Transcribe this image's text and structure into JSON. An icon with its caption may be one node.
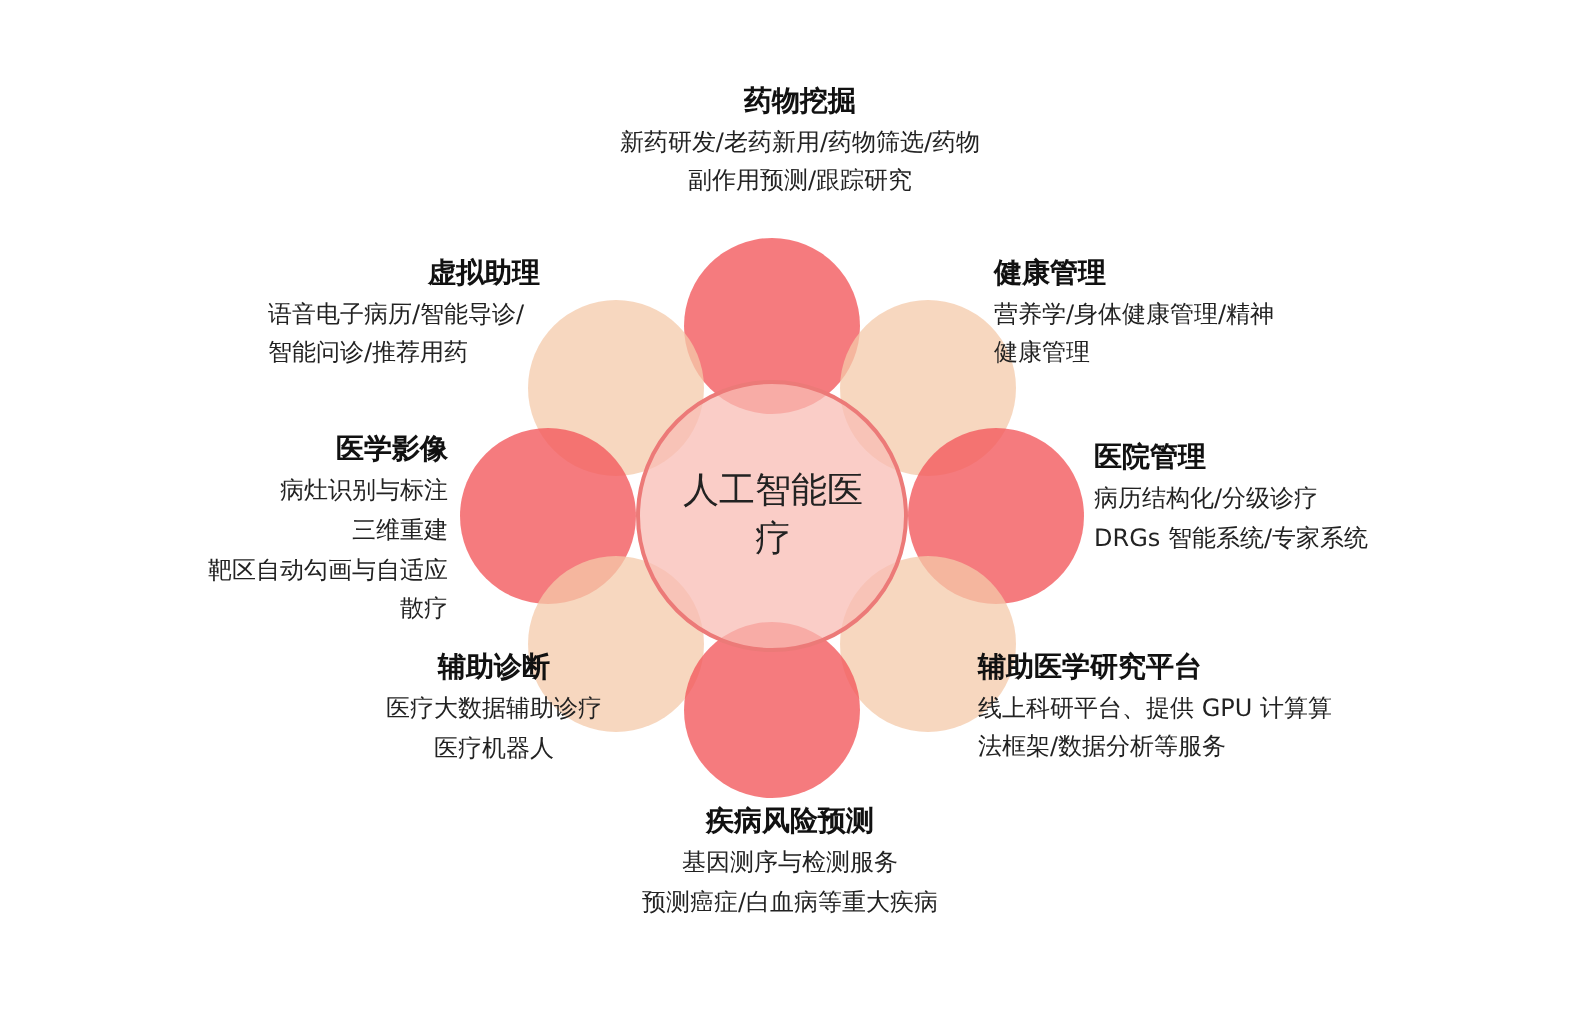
{
  "diagram": {
    "nodes": [
      {
        "text": [
          "人工智能医疗"
        ]
      },
      {
        "text": [
          "药物挖掘",
          "新药研发/老药新用/药物筛选/药物副作用预测/跟踪研究"
        ]
      },
      {
        "text": [
          "虚拟助理",
          "语音电子病历/智能导诊/智能问诊/推荐用药"
        ]
      },
      {
        "text": [
          "健康管理",
          "营养学/身体健康管理/精神健康管理"
        ]
      },
      {
        "text": [
          "医学影像",
          "病灶识别与标注",
          "三维重建",
          "靶区自动勾画与自适应散疗"
        ]
      },
      {
        "text": [
          "医院管理",
          "病历结构化/分级诊疗",
          "DRGs 智能系统/专家系统"
        ]
      },
      {
        "text": [
          "辅助诊断",
          "医疗大数据辅助诊疗",
          "医疗机器人"
        ]
      },
      {
        "text": [
          "辅助医学研究平台",
          "线上科研平台、提供 GPU 计算算法框架/数据分析等服务"
        ]
      },
      {
        "text": [
          "疾病风险预测",
          "基因测序与检测服务",
          "预测癌症/白血病等重大疾病"
        ]
      }
    ],
    "edges": []
  }
}
